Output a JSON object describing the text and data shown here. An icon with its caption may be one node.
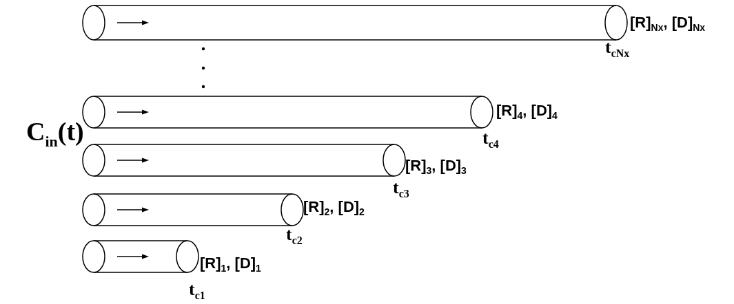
{
  "diagram": {
    "nodes": [
      {
        "text": [],
        "shape": "cylinder",
        "beside": [
          "[R]$_{Nx}$, [D]$_{Nx}$",
          "t$_{cNx}$"
        ]
      },
      {
        "text": [],
        "shape": "cylinder",
        "beside": [
          "[R]$_{4}$, [D]$_{4}$",
          "t$_{c4}$"
        ]
      },
      {
        "text": [],
        "shape": "cylinder",
        "beside": [
          "[R]$_{3}$, [D]$_{3}$",
          "t$_{c3}$"
        ]
      },
      {
        "text": [],
        "shape": "cylinder",
        "beside": [
          "[R]$_{2}$, [D]$_{2}$",
          "t$_{c2}$"
        ]
      },
      {
        "text": [],
        "shape": "cylinder",
        "beside": [
          "[R]$_{1}$, [D]$_{1}$",
          "t$_{c1}$"
        ]
      }
    ],
    "labels": [
      "C$_{in}$(t)"
    ]
  }
}
